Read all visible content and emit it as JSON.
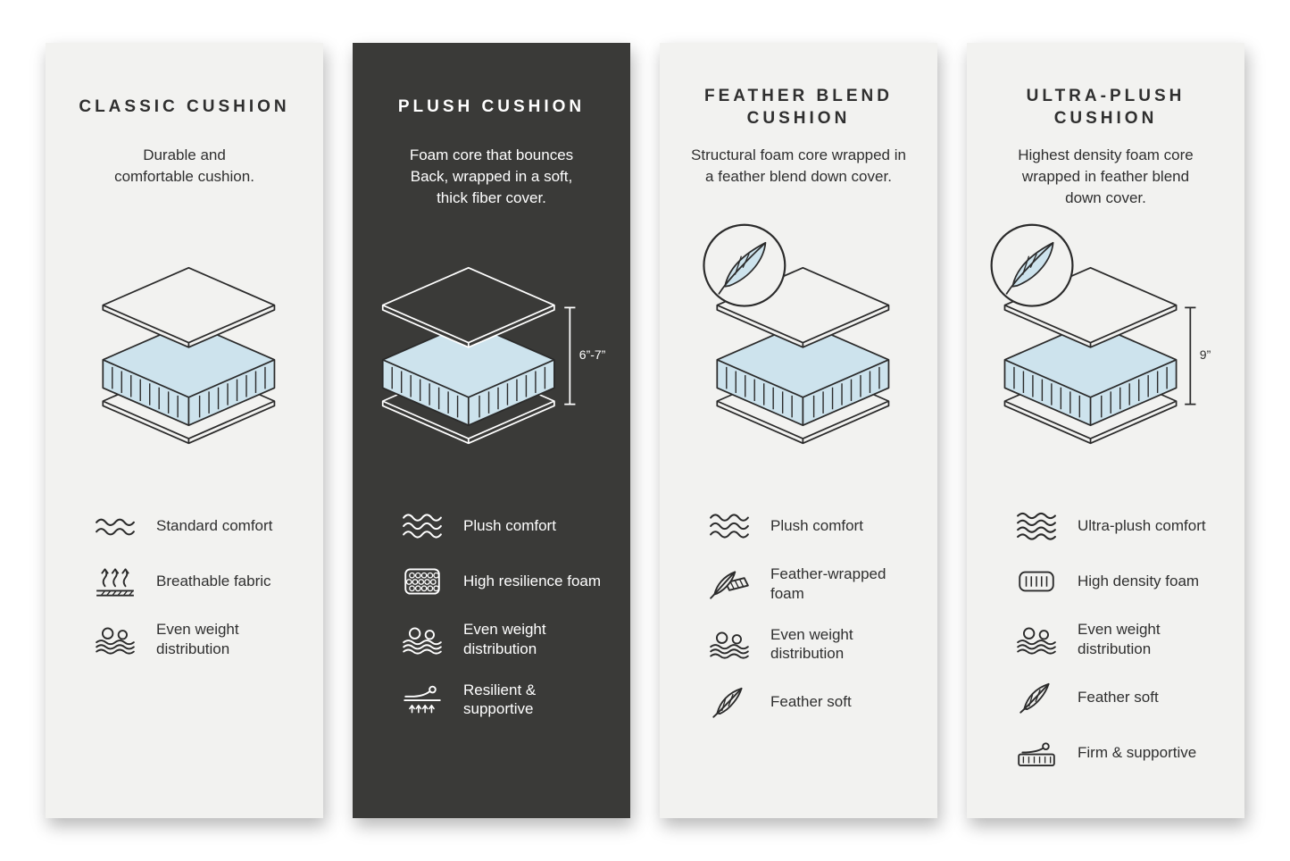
{
  "panels": [
    {
      "title": "CLASSIC CUSHION",
      "description": "Durable and\ncomfortable cushion.",
      "theme": "light",
      "measurement": null,
      "feather_badge": false,
      "features": [
        {
          "icon": "waves-2-icon",
          "label": "Standard comfort"
        },
        {
          "icon": "breathable-fabric-icon",
          "label": "Breathable fabric"
        },
        {
          "icon": "weight-distribution-icon",
          "label": "Even weight distribution"
        }
      ]
    },
    {
      "title": "PLUSH CUSHION",
      "description": "Foam core that bounces\nBack, wrapped in a soft,\nthick fiber cover.",
      "theme": "dark",
      "measurement": "6”-7”",
      "feather_badge": false,
      "features": [
        {
          "icon": "waves-3-icon",
          "label": "Plush comfort"
        },
        {
          "icon": "resilience-foam-icon",
          "label": "High resilience foam"
        },
        {
          "icon": "weight-distribution-icon",
          "label": "Even weight distribution"
        },
        {
          "icon": "resilient-supportive-icon",
          "label": "Resilient & supportive"
        }
      ]
    },
    {
      "title": "FEATHER BLEND\nCUSHION",
      "description": "Structural foam core wrapped in\na feather blend down cover.",
      "theme": "light",
      "measurement": null,
      "feather_badge": true,
      "features": [
        {
          "icon": "waves-3-icon",
          "label": "Plush comfort"
        },
        {
          "icon": "feather-wrapped-foam-icon",
          "label": "Feather-wrapped foam"
        },
        {
          "icon": "weight-distribution-icon",
          "label": "Even weight distribution"
        },
        {
          "icon": "feather-icon",
          "label": "Feather soft"
        }
      ]
    },
    {
      "title": "ULTRA-PLUSH\nCUSHION",
      "description": "Highest density foam core\nwrapped in feather blend\ndown cover.",
      "theme": "light",
      "measurement": "9”",
      "feather_badge": true,
      "features": [
        {
          "icon": "waves-4-icon",
          "label": "Ultra-plush comfort"
        },
        {
          "icon": "high-density-foam-icon",
          "label": "High density foam"
        },
        {
          "icon": "weight-distribution-icon",
          "label": "Even weight distribution"
        },
        {
          "icon": "feather-icon",
          "label": "Feather soft"
        },
        {
          "icon": "firm-supportive-icon",
          "label": "Firm & supportive"
        }
      ]
    }
  ],
  "colors": {
    "page_background": "#ffffff",
    "panel_light": "#f2f2f0",
    "panel_dark": "#3a3a38",
    "foam_blue": "#cde3ed",
    "outline_dark": "#2b2b2b",
    "text_dark": "#2f2f2f",
    "text_light": "#ffffff"
  }
}
